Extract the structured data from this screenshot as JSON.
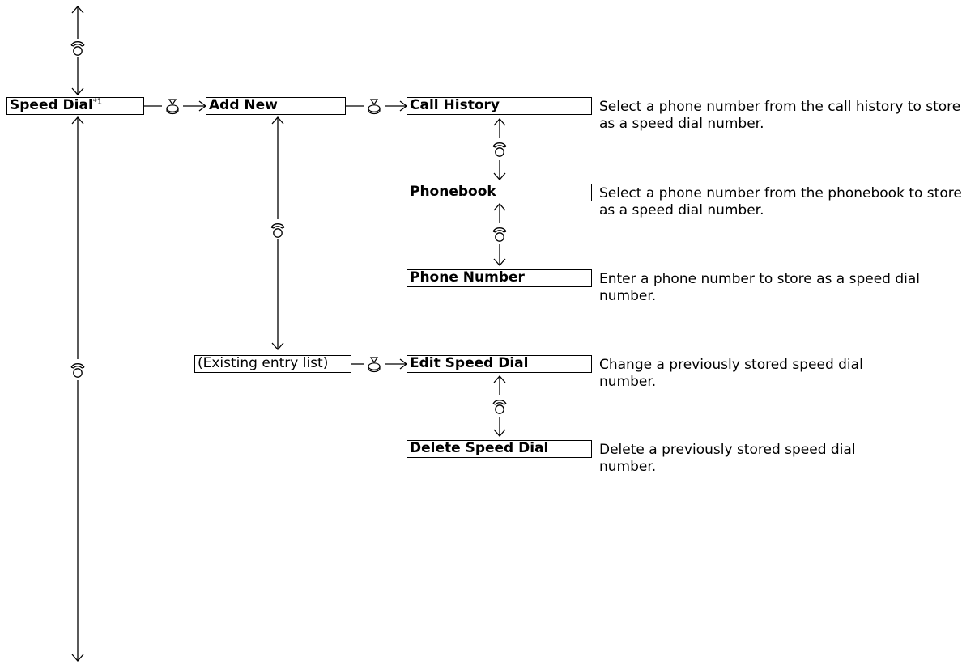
{
  "menu": {
    "speed_dial": {
      "label": "Speed Dial",
      "footnote": "*1"
    },
    "add_new": "Add New",
    "existing_entry_list": "(Existing entry list)",
    "call_history": "Call History",
    "phonebook": "Phonebook",
    "phone_number": "Phone Number",
    "edit_speed_dial": "Edit Speed Dial",
    "delete_speed_dial": "Delete Speed Dial"
  },
  "descriptions": {
    "call_history": "Select a phone number from the call history to store as a speed dial number.",
    "phonebook": "Select a phone number from the phonebook to store as a speed dial number.",
    "phone_number": "Enter a phone number to store as a speed dial number.",
    "edit_speed_dial": "Change a previously stored speed dial number.",
    "delete_speed_dial": "Delete a previously stored speed dial number."
  },
  "icons": {
    "rotate": "rotate-knob-icon",
    "press": "press-knob-icon"
  }
}
